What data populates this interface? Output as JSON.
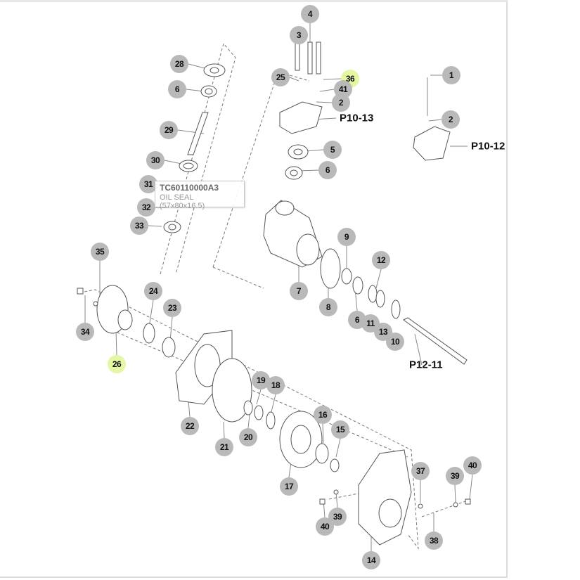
{
  "diagram": {
    "callouts": [
      "4",
      "3",
      "28",
      "25",
      "36",
      "41",
      "1",
      "6",
      "2",
      "2",
      "29",
      "5",
      "30",
      "6",
      "31",
      "32",
      "33",
      "9",
      "35",
      "12",
      "24",
      "7",
      "34",
      "23",
      "8",
      "6",
      "11",
      "13",
      "10",
      "26",
      "19",
      "18",
      "16",
      "15",
      "22",
      "21",
      "20",
      "17",
      "37",
      "39",
      "40",
      "40",
      "39",
      "38",
      "14"
    ],
    "highlighted": [
      "36",
      "26"
    ],
    "references": [
      "P10-13",
      "P10-12",
      "P12-11"
    ],
    "colors": {
      "callout": "#b9b9b9",
      "highlight": "#e4f7a2"
    }
  },
  "tooltip": {
    "part_number": "TC60110000A3",
    "description": "OIL SEAL (57x80x16.5)"
  }
}
